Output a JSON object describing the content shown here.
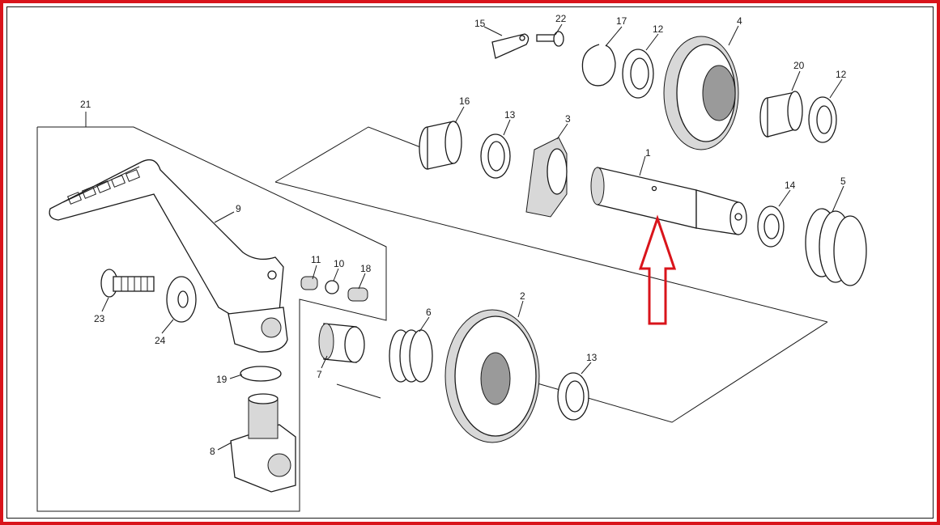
{
  "diagram": {
    "colors": {
      "frame": "#d9141b",
      "arrow": "#d9141b",
      "line": "#1a1a1a"
    },
    "callouts": [
      {
        "id": "c1",
        "text": "1"
      },
      {
        "id": "c2",
        "text": "2"
      },
      {
        "id": "c3",
        "text": "3"
      },
      {
        "id": "c4",
        "text": "4"
      },
      {
        "id": "c5",
        "text": "5"
      },
      {
        "id": "c6",
        "text": "6"
      },
      {
        "id": "c7",
        "text": "7"
      },
      {
        "id": "c8",
        "text": "8"
      },
      {
        "id": "c9",
        "text": "9"
      },
      {
        "id": "c10",
        "text": "10"
      },
      {
        "id": "c11",
        "text": "11"
      },
      {
        "id": "c12a",
        "text": "12"
      },
      {
        "id": "c12b",
        "text": "12"
      },
      {
        "id": "c13a",
        "text": "13"
      },
      {
        "id": "c13b",
        "text": "13"
      },
      {
        "id": "c14",
        "text": "14"
      },
      {
        "id": "c15",
        "text": "15"
      },
      {
        "id": "c16",
        "text": "16"
      },
      {
        "id": "c17",
        "text": "17"
      },
      {
        "id": "c18",
        "text": "18"
      },
      {
        "id": "c19",
        "text": "19"
      },
      {
        "id": "c20",
        "text": "20"
      },
      {
        "id": "c21",
        "text": "21"
      },
      {
        "id": "c22",
        "text": "22"
      },
      {
        "id": "c23",
        "text": "23"
      },
      {
        "id": "c24",
        "text": "24"
      }
    ],
    "highlight_arrow": {
      "points_to": "1",
      "direction": "up"
    }
  }
}
